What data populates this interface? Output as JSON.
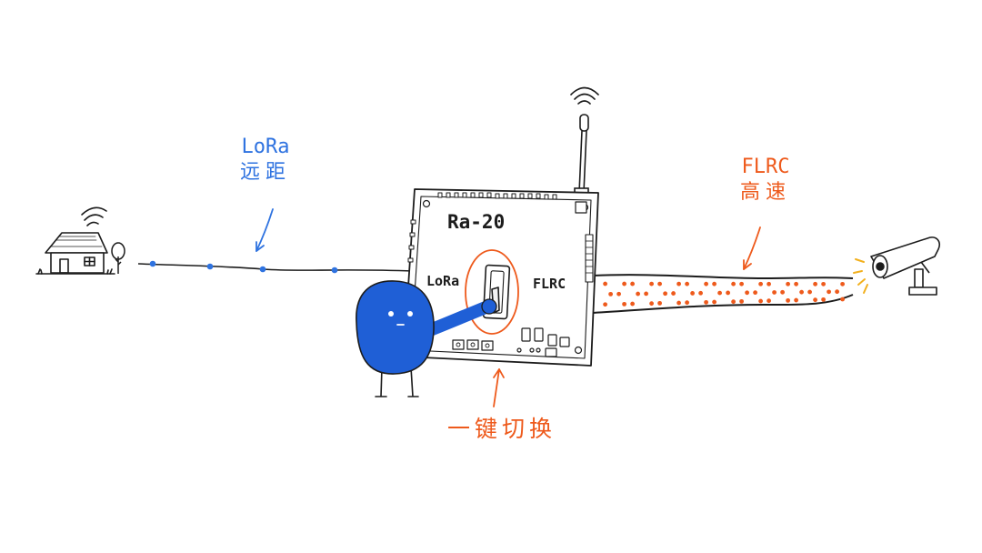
{
  "diagram": {
    "lora_annotation": {
      "line1": "LoRa",
      "line2": "远距"
    },
    "flrc_annotation": {
      "line1": "FLRC",
      "line2": "高速"
    },
    "device": {
      "title": "Ra-20",
      "switch_left_label": "LoRa",
      "switch_right_label": "FLRC"
    },
    "switch_annotation": "一键切换",
    "colors": {
      "lora": "#2f73e0",
      "flrc": "#ee5a1c",
      "ink": "#1c1c1c",
      "character": "#1f5fd6",
      "camera_light": "#f2b01e"
    },
    "icons": [
      "house-icon",
      "tree-icon",
      "wifi-icon",
      "antenna-icon",
      "camera-icon",
      "character-icon"
    ]
  }
}
